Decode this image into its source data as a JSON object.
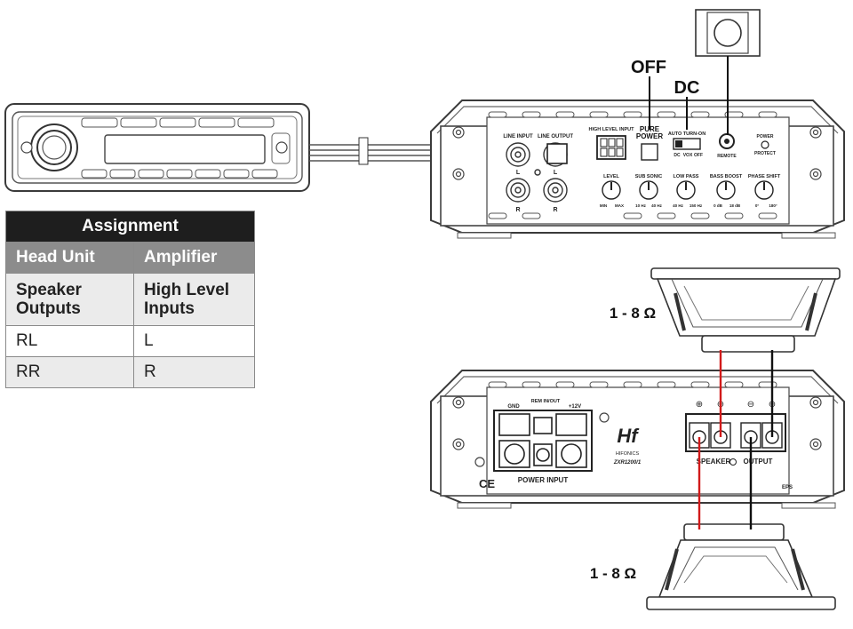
{
  "table": {
    "title": "Assignment",
    "headers": [
      "Head Unit",
      "Amplifier"
    ],
    "subheaders": [
      "Speaker\nOutputs",
      "High Level\nInputs"
    ],
    "rows": [
      [
        "RL",
        "L"
      ],
      [
        "RR",
        "R"
      ]
    ]
  },
  "callouts": {
    "off": "OFF",
    "dc": "DC",
    "impedance_top": "1 - 8 Ω",
    "impedance_bottom": "1 - 8 Ω"
  },
  "amp_front": {
    "line_input": "LINE INPUT",
    "line_output": "LINE OUTPUT",
    "high_level_input": "HIGH LEVEL INPUT",
    "auto_turn_on": "AUTO TURN-ON",
    "switch_options": [
      "DC",
      "VOX",
      "OFF"
    ],
    "remote": "REMOTE",
    "power_protect": [
      "POWER",
      "PROTECT"
    ],
    "ch_l": "L",
    "ch_r": "R",
    "pure_power": [
      "PURE",
      "POWER"
    ],
    "knobs": [
      {
        "label": "LEVEL",
        "min": "MIN",
        "max": "MAX"
      },
      {
        "label": "SUB SONIC",
        "min": "10 Hz",
        "max": "40 Hz"
      },
      {
        "label": "LOW PASS",
        "min": "40 Hz",
        "max": "150 Hz"
      },
      {
        "label": "BASS BOOST",
        "min": "0 dB",
        "max": "18 dB"
      },
      {
        "label": "PHASE SHIFT",
        "min": "0°",
        "max": "180°"
      }
    ]
  },
  "amp_rear": {
    "gnd": "GND",
    "rem": "REM\nIN/OUT",
    "plus12": "+12V",
    "power_input": "POWER INPUT",
    "brand": "HIFONICS",
    "model": "ZXR1200/1",
    "speaker": "SPEAKER",
    "output": "OUTPUT",
    "ce": "CE",
    "eps": "EPS",
    "polarity": [
      "⊕",
      "⊖",
      "⊖",
      "⊕"
    ]
  },
  "colors": {
    "red_wire": "#d11a1a",
    "black_wire": "#111111",
    "outline": "#3a3a3a"
  }
}
